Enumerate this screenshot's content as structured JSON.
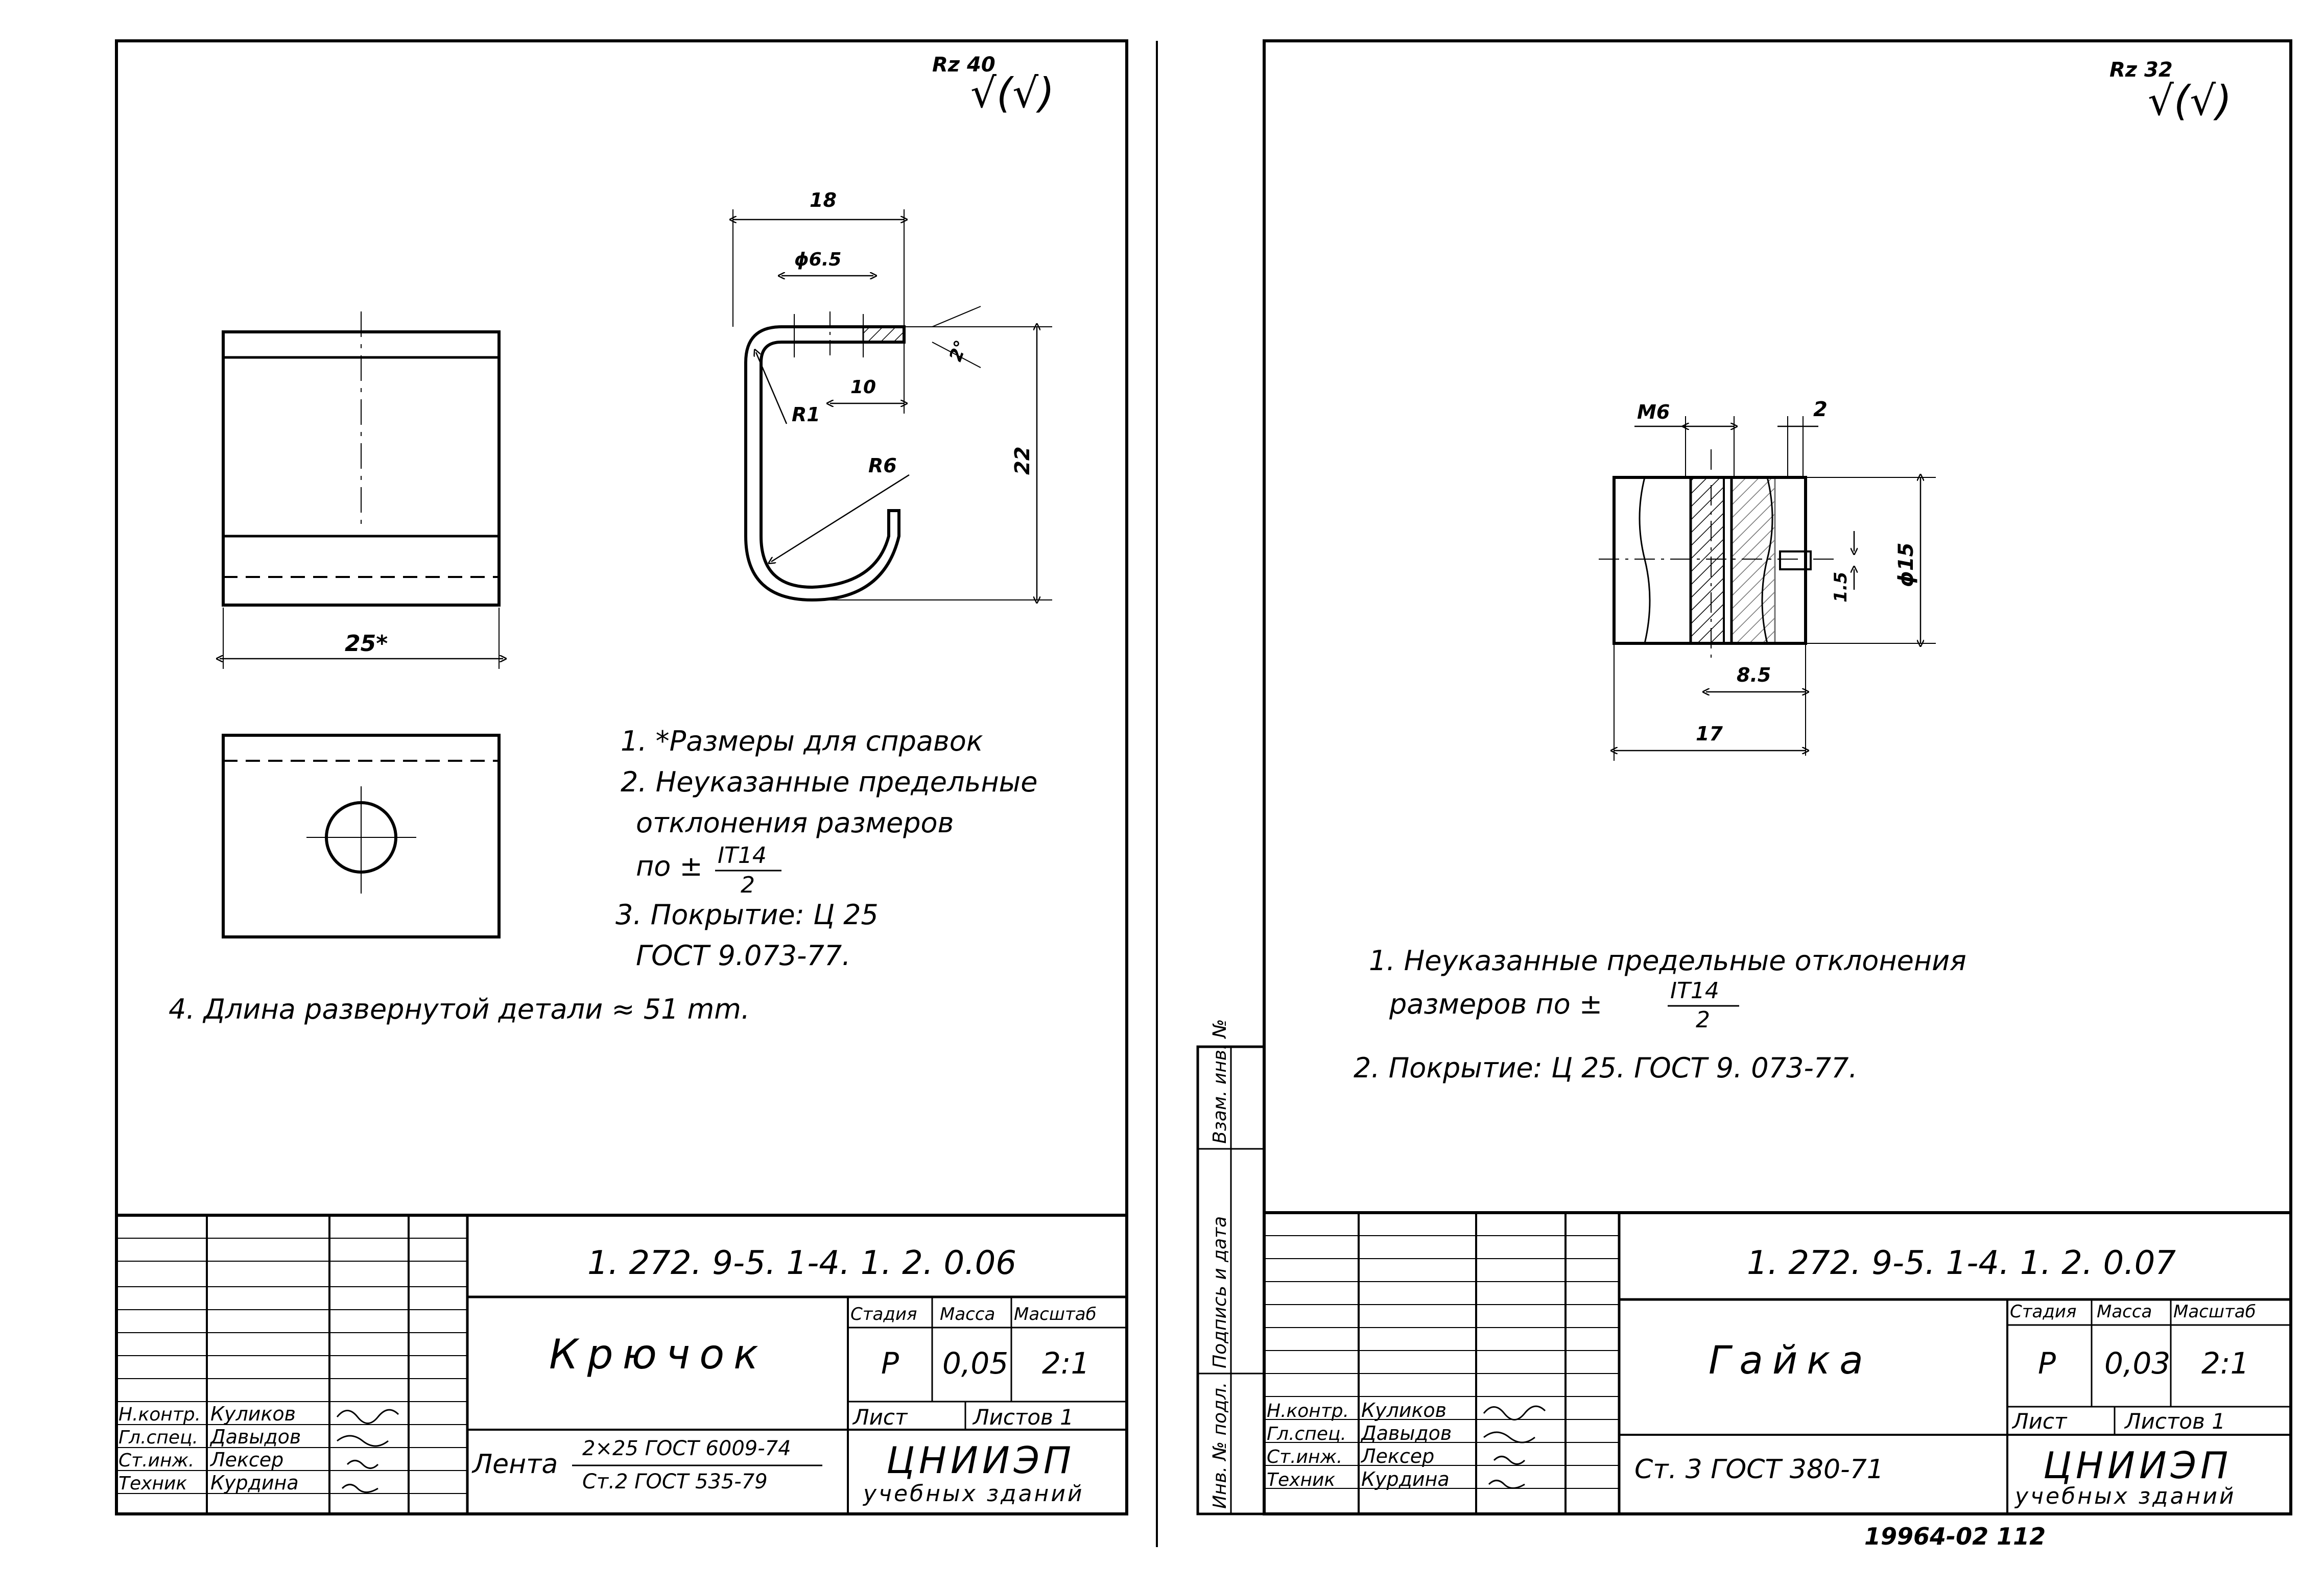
{
  "left_sheet": {
    "roughness": "Rz 40",
    "roughness_symbol": "√(√)",
    "dims": {
      "width_top": "18",
      "hole": "ϕ6.5",
      "ten": "10",
      "r1": "R1",
      "r6": "R6",
      "height": "22",
      "angle": "2°",
      "base": "25*"
    },
    "notes": [
      "1. *Размеры для справок",
      "2. Неуказанные предельные",
      "отклонения размеров",
      "по ±",
      "3. Покрытие: Ц 25",
      "ГОСТ 9.073-77.",
      "4. Длина развернутой детали ≈ 51 mm."
    ],
    "tol_num": "IT14",
    "tol_den": "2",
    "title_block": {
      "designation": "1. 272. 9-5. 1-4. 1. 2. 0.06",
      "name": "Крючок",
      "col_stage": "Стадия",
      "col_mass": "Масса",
      "col_scale": "Масштаб",
      "stage": "Р",
      "mass": "0,05",
      "scale": "2:1",
      "sheet": "Лист",
      "sheets": "Листов 1",
      "material_label": "Лента",
      "material_top": "2×25 ГОСТ 6009-74",
      "material_bottom": "Ст.2 ГОСТ 535-79",
      "org": "ЦНИИЭП",
      "org_sub": "учебных зданий",
      "roles": [
        "Н.контр.",
        "Гл.спец.",
        "Ст.инж.",
        "Техник"
      ],
      "names": [
        "Куликов",
        "Давыдов",
        "Лексер",
        "Курдина"
      ]
    }
  },
  "right_sheet": {
    "roughness": "Rz 32",
    "roughness_symbol": "√(√)",
    "dims": {
      "thread": "M6",
      "two": "2",
      "d15": "ϕ15",
      "slot": "1.5",
      "d85": "8.5",
      "d17": "17"
    },
    "notes": [
      "1. Неуказанные предельные отклонения",
      "размеров по ±",
      "2. Покрытие: Ц 25. ГОСТ 9. 073-77."
    ],
    "tol_num": "IT14",
    "tol_den": "2",
    "side_labels": [
      "Взам. инв. №",
      "Подпись и дата",
      "Инв. № подл."
    ],
    "title_block": {
      "designation": "1. 272. 9-5. 1-4. 1. 2. 0.07",
      "name": "Гайка",
      "col_stage": "Стадия",
      "col_mass": "Масса",
      "col_scale": "Масштаб",
      "stage": "Р",
      "mass": "0,03",
      "scale": "2:1",
      "sheet": "Лист",
      "sheets": "Листов 1",
      "material": "Ст. 3 ГОСТ 380-71",
      "org": "ЦНИИЭП",
      "org_sub": "учебных зданий",
      "roles": [
        "Н.контр.",
        "Гл.спец.",
        "Ст.инж.",
        "Техник"
      ],
      "names": [
        "Куликов",
        "Давыдов",
        "Лексер",
        "Курдина"
      ]
    }
  },
  "footer_code": "19964-02   112"
}
